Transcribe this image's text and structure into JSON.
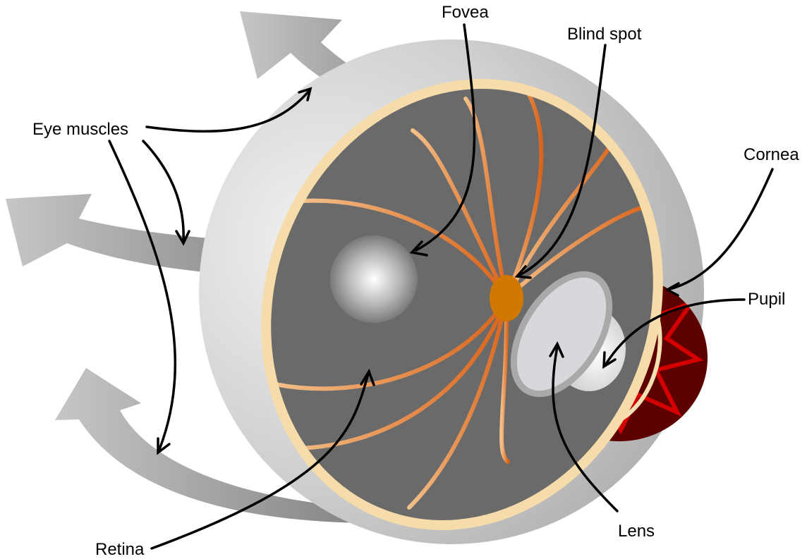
{
  "labels": {
    "fovea": "Fovea",
    "blind_spot": "Blind spot",
    "eye_muscles": "Eye muscles",
    "cornea": "Cornea",
    "pupil": "Pupil",
    "retina": "Retina",
    "lens": "Lens"
  },
  "colors": {
    "sclera": "#c8c8c8",
    "muscle": "#9c9c9c",
    "interior": "#6a6a6a",
    "rim": "#f6dcaa",
    "vessel": "#e07a30",
    "optic_disc": "#d07800",
    "iris": "#5c0000",
    "iris_pattern": "#d40000",
    "lens": "#d8d8dc",
    "lens_rim": "#a9a9a9",
    "pupil_highlight": "#f2f2f2",
    "arrow": "#000000"
  }
}
